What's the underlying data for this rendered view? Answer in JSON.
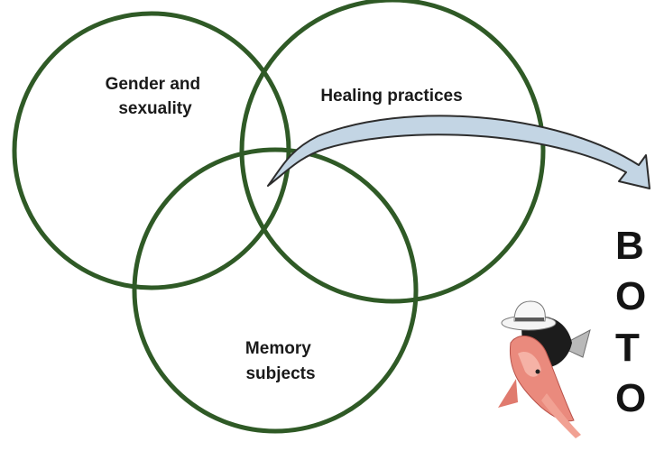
{
  "diagram": {
    "circles": [
      {
        "id": "gender",
        "label_lines": [
          "Gender and",
          "sexuality"
        ]
      },
      {
        "id": "healing",
        "label_lines": [
          "Healing practices"
        ]
      },
      {
        "id": "memory",
        "label_lines": [
          "Memory",
          "subjects"
        ]
      }
    ],
    "vertical_word": [
      "B",
      "O",
      "T",
      "O"
    ],
    "colors": {
      "circle_stroke": "#2f5a26",
      "arrow_fill": "#c3d5e4",
      "arrow_stroke": "#2d2d2d",
      "text": "#1a1a1a"
    },
    "illustration_icon": "pink-river-dolphin-with-hat"
  }
}
